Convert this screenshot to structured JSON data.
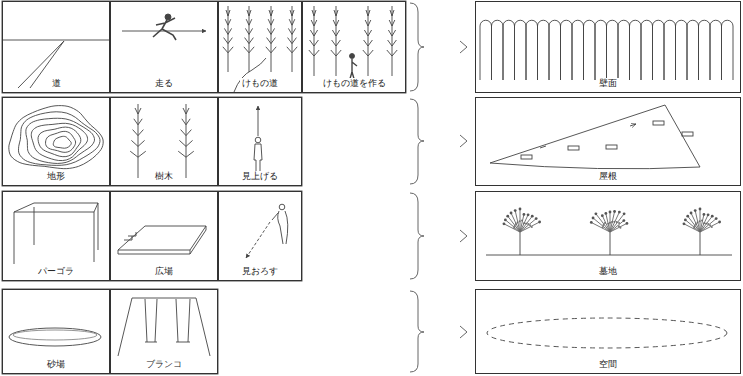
{
  "diagram": {
    "nodes": [
      {
        "text": [
          "道"
        ]
      },
      {
        "text": [
          "走る"
        ]
      },
      {
        "text": [
          "けもの道"
        ]
      },
      {
        "text": [
          "けもの道を作る"
        ]
      },
      {
        "text": [
          "壁面"
        ]
      },
      {
        "text": [
          "地形"
        ]
      },
      {
        "text": [
          "樹木"
        ]
      },
      {
        "text": [
          "見上げる"
        ]
      },
      {
        "text": [
          "屋根"
        ]
      },
      {
        "text": [
          "パーゴラ"
        ]
      },
      {
        "text": [
          "広場"
        ]
      },
      {
        "text": [
          "見おろす"
        ]
      },
      {
        "text": [
          "墓地"
        ]
      },
      {
        "text": [
          "砂場"
        ]
      },
      {
        "text": [
          "ブランコ"
        ]
      },
      {
        "text": [
          "空間"
        ]
      }
    ]
  }
}
